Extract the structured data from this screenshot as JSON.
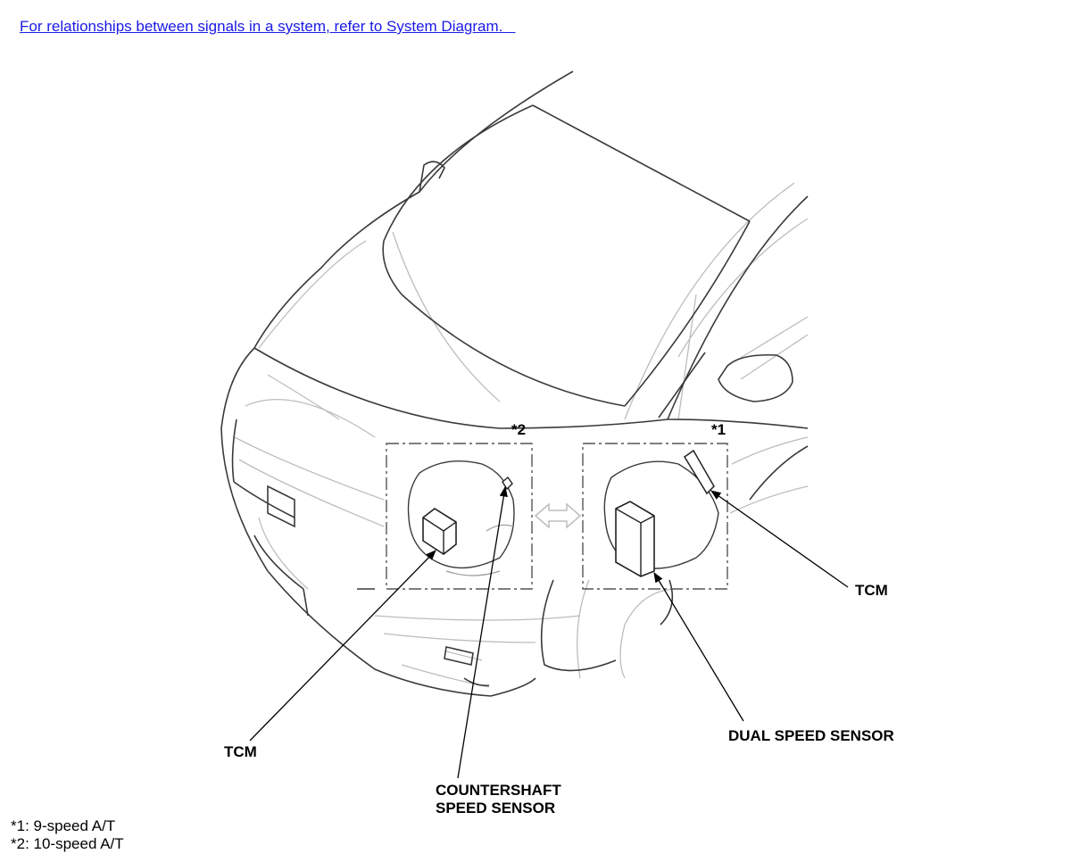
{
  "header": {
    "link_text": "For relationships between signals in a system, refer to System Diagram.   "
  },
  "diagram": {
    "markers": {
      "left": "*2",
      "right": "*1"
    },
    "callouts": {
      "tcm_left": "TCM",
      "countershaft_line1": "COUNTERSHAFT",
      "countershaft_line2": "SPEED SENSOR",
      "tcm_right": "TCM",
      "dual_speed_sensor": "DUAL SPEED SENSOR"
    }
  },
  "legend": {
    "item1": "*1: 9-speed A/T",
    "item2": "*2: 10-speed A/T"
  },
  "colors": {
    "link": "#1a1ae6",
    "car_outline": "#3a3a3a",
    "car_detail": "#bdbdbd"
  }
}
